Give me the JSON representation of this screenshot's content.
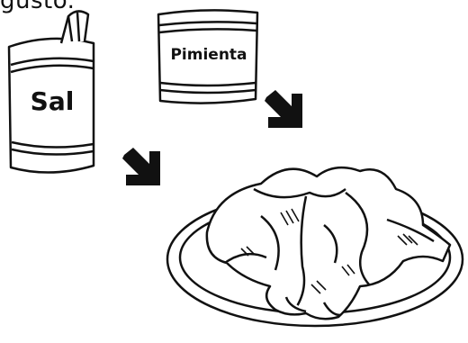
{
  "top_text": "gusto.",
  "salt_label": "Sal",
  "pepper_label": "Pimienta",
  "colors": {
    "ink": "#111111",
    "paper": "#ffffff"
  }
}
